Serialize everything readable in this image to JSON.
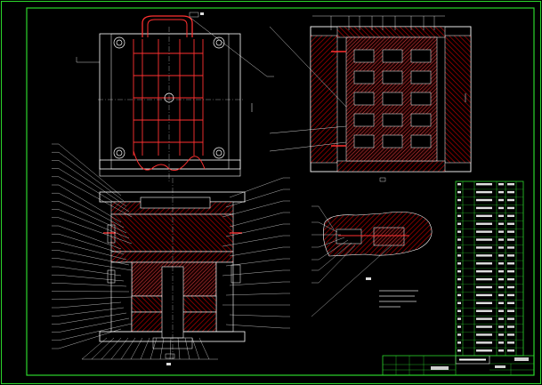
{
  "colors": {
    "background": "#000000",
    "frame": "#2bd62b",
    "outline": "#ffffff",
    "section": "#ff3030",
    "hatch": "#c00000",
    "water": "#ff3030",
    "leader": "#ffffff",
    "text": "#e6e6e6",
    "table": "#2bd62b"
  },
  "icons": {
    "top_view": "mold-top-view-drawing",
    "side_section": "mold-side-section-drawing",
    "front_section": "mold-front-section-drawing",
    "detail": "gate-detail-drawing",
    "notes": "technical-notes-block",
    "bom": "bill-of-materials-table",
    "title_block": "title-block-table"
  },
  "labels": {
    "bom_header": "",
    "title_block": ""
  },
  "counts": {
    "front_left_leaders": 26,
    "front_right_leaders": 14,
    "bom_rows": 22
  }
}
